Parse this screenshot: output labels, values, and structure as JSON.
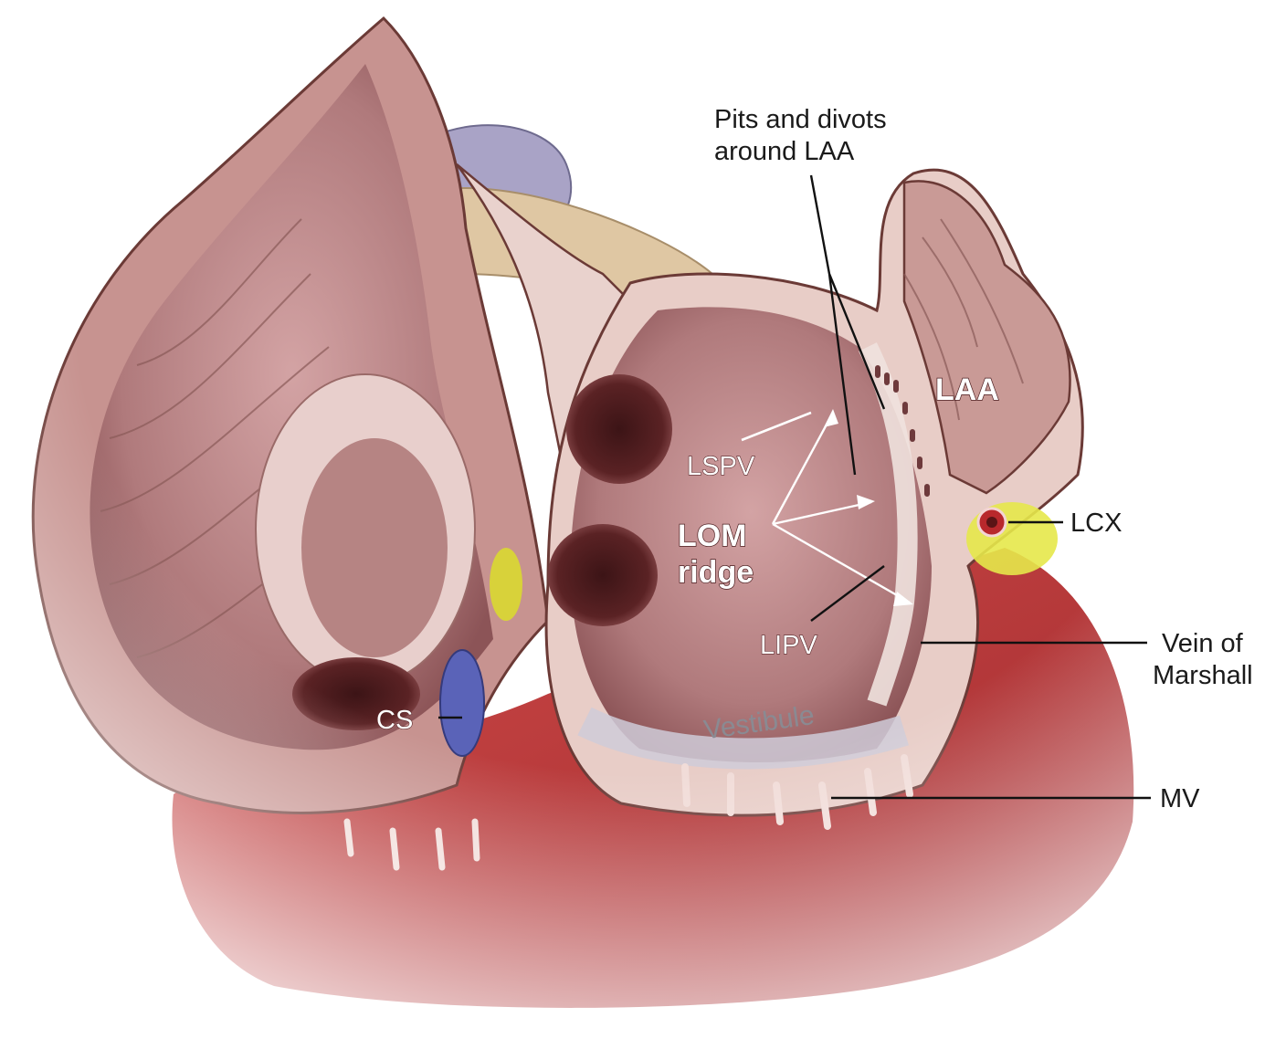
{
  "figure": {
    "colors": {
      "myocardium": "#c0373a",
      "endocardium": "#b98a88",
      "wall_edge": "#f1d9d4",
      "vein_ostium": "#5a2224",
      "fat": "#e6e84a",
      "coronary_sinus": "#5a63b8",
      "label_dark": "#1a1a1a",
      "label_light": "#ffffff"
    },
    "labels": {
      "pits": [
        "Pits and divots",
        "around LAA"
      ],
      "laa": "LAA",
      "lspv": "LSPV",
      "lom": [
        "LOM",
        "ridge"
      ],
      "lcx": "LCX",
      "lipv": "LIPV",
      "vein_of_marshall": [
        "Vein of",
        "Marshall"
      ],
      "vestibule": "Vestibule",
      "cs": "CS",
      "mv": "MV"
    }
  }
}
